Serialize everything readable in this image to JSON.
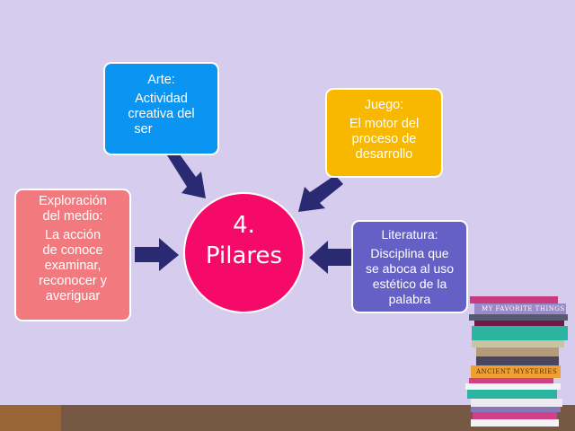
{
  "center": {
    "line1": "4.",
    "line2": "Pilares"
  },
  "nodes": {
    "arte": {
      "title": "Arte:",
      "text": [
        "Actividad",
        "creativa del",
        "ser"
      ],
      "color": "#0b95f2"
    },
    "juego": {
      "title": "Juego:",
      "text": [
        "El motor del",
        "proceso de",
        "desarrollo"
      ],
      "color": "#f8b800"
    },
    "exploracion": {
      "title": [
        "Exploración",
        "del medio:"
      ],
      "text": [
        "La acción",
        "de conoce",
        "examinar,",
        "reconocer y",
        "averiguar"
      ],
      "color": "#f27a7f"
    },
    "literatura": {
      "title": "Literatura:",
      "text": [
        "Disciplina que",
        "se aboca al uso",
        "estético de la",
        "palabra"
      ],
      "color": "#6560c6"
    }
  },
  "books": {
    "label_top": "MY FAVORITE THINGS",
    "label_middle": "ANCIENT MYSTERIES"
  },
  "colors": {
    "background": "#d6cdee",
    "center": "#f50a6a",
    "arrow": "#2a2a72",
    "floor": "#775842"
  }
}
